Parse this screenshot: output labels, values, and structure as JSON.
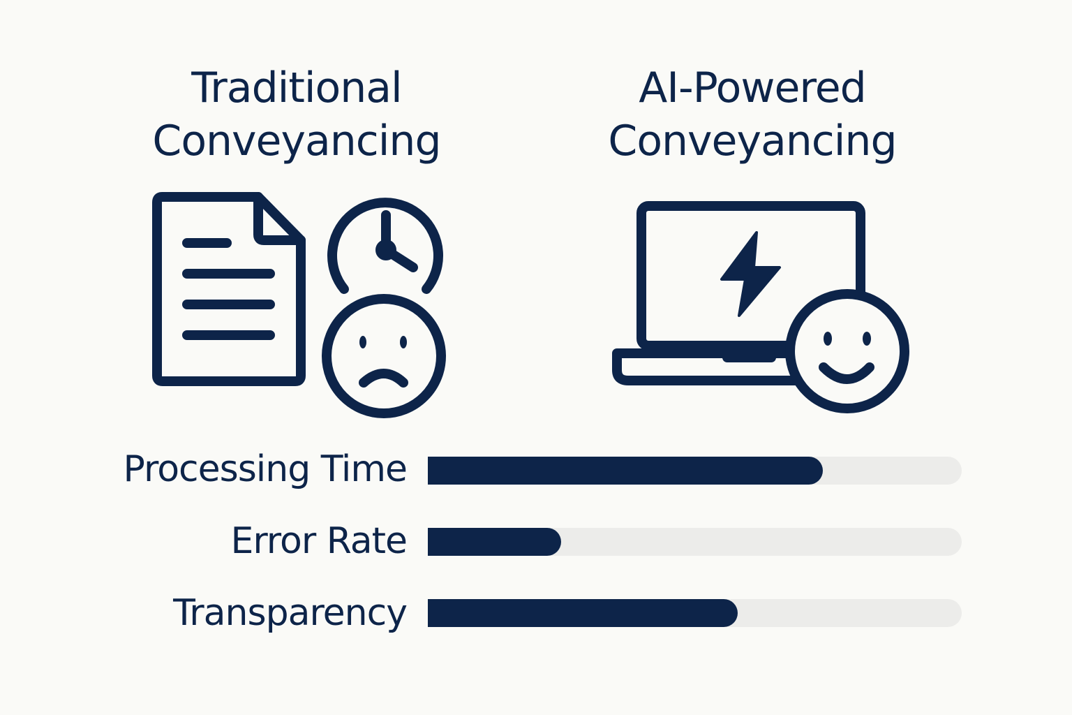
{
  "titles": {
    "left": [
      "Traditional",
      "Conveyancing"
    ],
    "right": [
      "AI-Powered",
      "Conveyancing"
    ]
  },
  "icons": {
    "left": [
      "document-icon",
      "clock-icon",
      "sad-face-icon"
    ],
    "right": [
      "laptop-lightning-icon",
      "happy-face-icon"
    ]
  },
  "colors": {
    "primary": "#0d2449",
    "track": "#ececea",
    "background": "#fafaf7"
  },
  "metrics": [
    {
      "label": "Processing Time",
      "fill_percent": 74
    },
    {
      "label": "Error Rate",
      "fill_percent": 25
    },
    {
      "label": "Transparency",
      "fill_percent": 58
    }
  ]
}
